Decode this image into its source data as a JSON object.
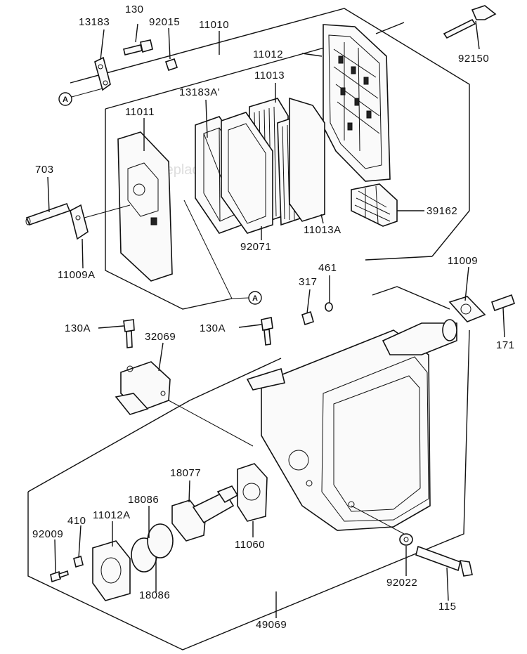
{
  "watermark": "eReplacementParts.com",
  "labels": {
    "p13183": "13183",
    "p130": "130",
    "p92015": "92015",
    "p11010": "11010",
    "p11012": "11012",
    "p92150": "92150",
    "p11013": "11013",
    "p13183A": "13183A'",
    "p11011": "11011",
    "p703": "703",
    "p11009A": "11009A",
    "p92071": "92071",
    "p11013A": "11013A",
    "p39162": "39162",
    "p317": "317",
    "p461": "461",
    "p11009": "11009",
    "p171": "171",
    "p130A_left": "130A",
    "p32069": "32069",
    "p130A_right": "130A",
    "p18077": "18077",
    "p18086_top": "18086",
    "p410": "410",
    "p11012A": "11012A",
    "p92009": "92009",
    "p11060": "11060",
    "p18086_bottom": "18086",
    "p92022": "92022",
    "p115": "115",
    "p49069": "49069"
  },
  "callouts": {
    "a_top": "A",
    "a_bottom": "A"
  }
}
